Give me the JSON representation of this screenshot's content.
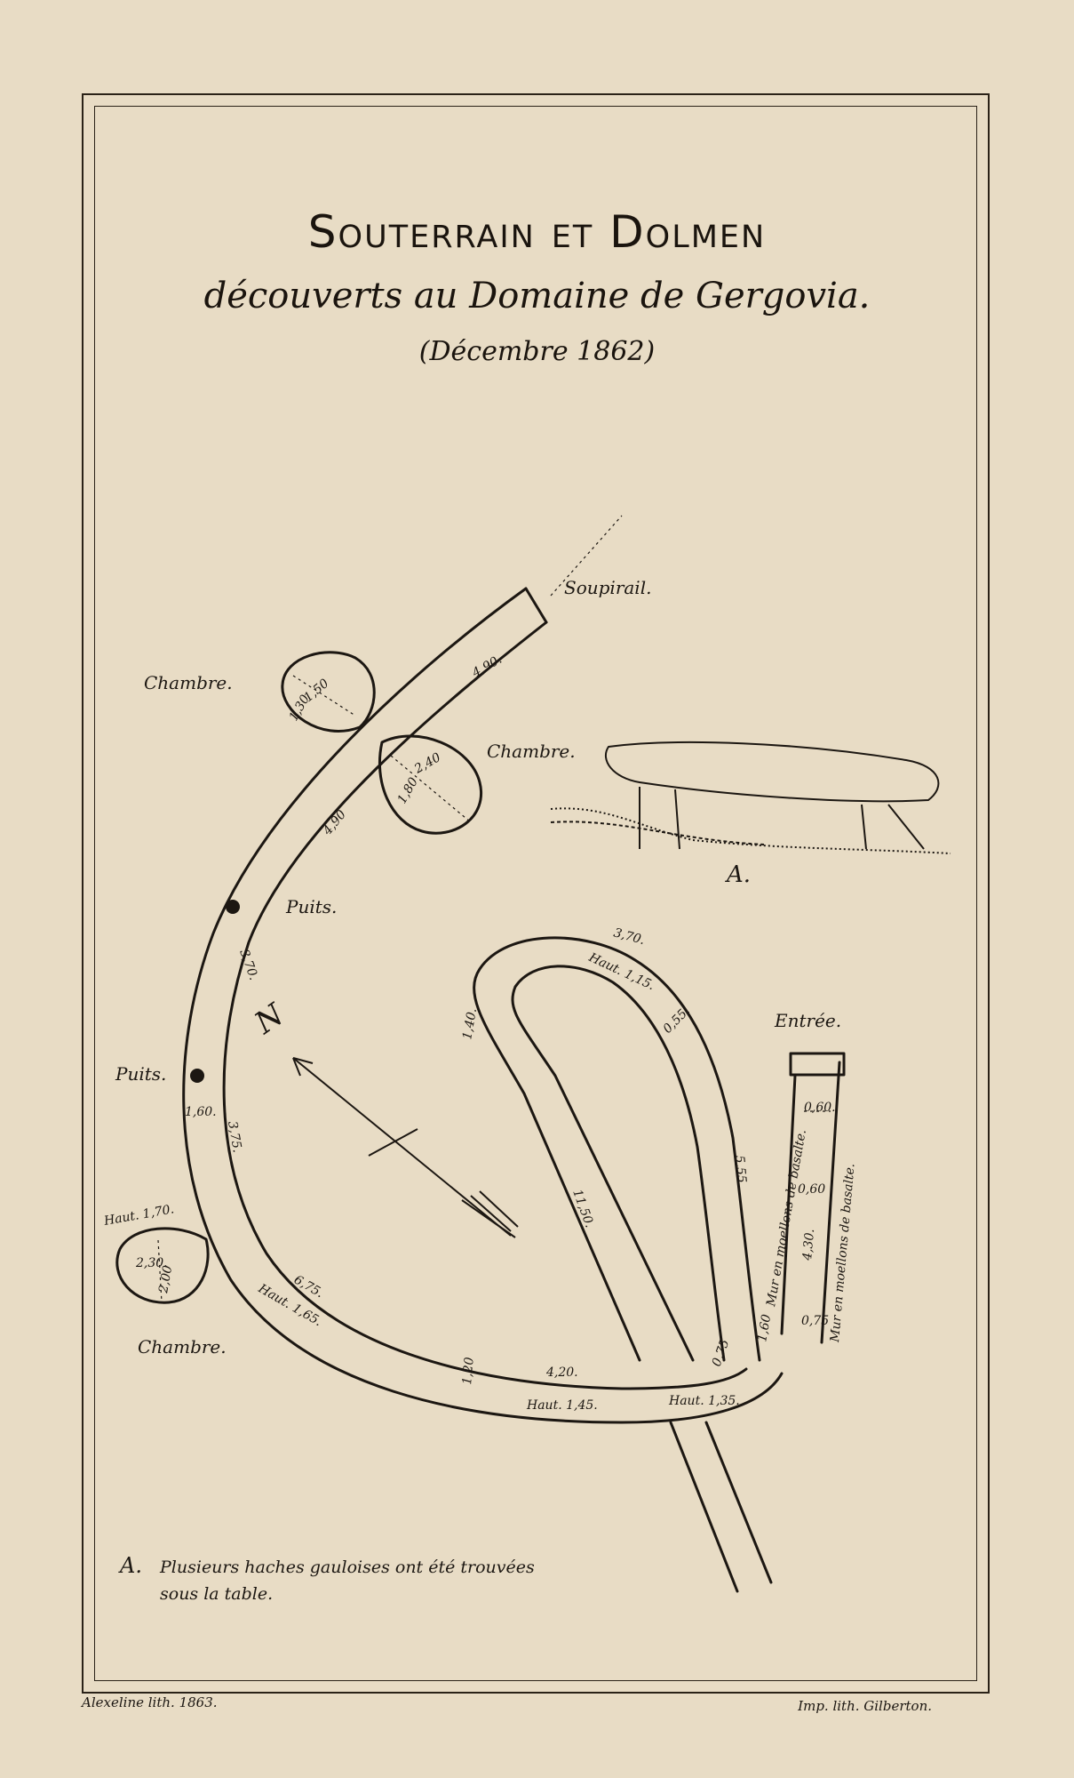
{
  "title": "Souterrain et Dolmen",
  "subtitle": "découverts au Domaine de Gergovia.",
  "date": "(Décembre 1862)",
  "labels": {
    "soupirail": "Soupirail.",
    "chambre_top": "Chambre.",
    "chambre_mid": "Chambre.",
    "chambre_bottom": "Chambre.",
    "puits_upper": "Puits.",
    "puits_lower": "Puits.",
    "entree": "Entrée.",
    "dolmen_letter": "A.",
    "north": "N",
    "mur_left": "Mur en moellons de basalte.",
    "mur_right": "Mur en moellons de basalte."
  },
  "dimensions": {
    "d_4_90_top": "4,90.",
    "d_1_50": "1,50",
    "d_1_30": "1,30",
    "d_2_40": "2,40",
    "d_1_80": "1,80",
    "d_4_90_mid": "4,90",
    "d_3_70_left": "3,70.",
    "d_1_60": "1,60.",
    "d_3_75": "3,75.",
    "d_haut_1_70": "Haut. 1,70.",
    "d_2_30": "2,30.",
    "d_2_00": "2,00",
    "d_6_75": "6,75.",
    "d_haut_1_65": "Haut. 1,65.",
    "d_3_70_top": "3,70.",
    "d_haut_1_15": "Haut. 1,15.",
    "d_0_55": "0,55.",
    "d_1_40": "1,40.",
    "d_11_50": "11,50.",
    "d_5_55": "5,55",
    "d_4_20": "4,20.",
    "d_1_20": "1,20",
    "d_haut_1_45": "Haut. 1,45.",
    "d_haut_1_35": "Haut. 1,35.",
    "d_0_75_a": "0,75",
    "d_0_75_b": "0,75",
    "d_0_60_a": "0,60.",
    "d_0_60_b": "0,60",
    "d_4_30": "4,30.",
    "d_1_60_b": "1,60"
  },
  "note": {
    "letter": "A.",
    "line1": "Plusieurs haches gauloises ont été trouvées",
    "line2": "sous la table."
  },
  "credits": {
    "left": "Alexeline lith. 1863.",
    "right": "Imp. lith. Gilberton."
  },
  "colors": {
    "paper": "#e8dcc5",
    "ink": "#1c1712"
  }
}
